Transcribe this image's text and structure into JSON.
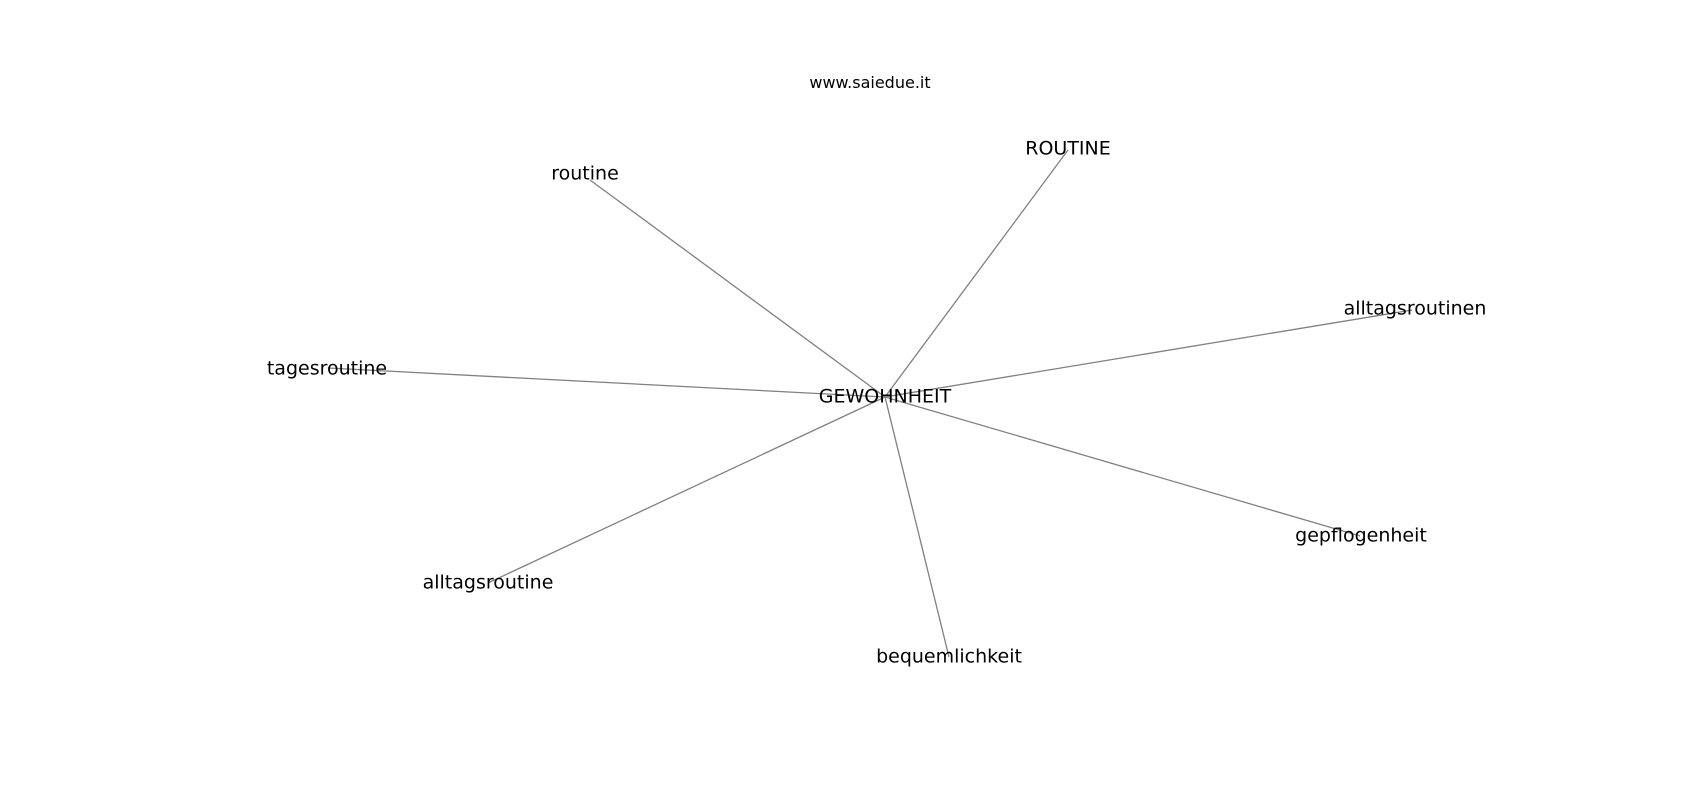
{
  "site": "www.saiedue.it",
  "graph": {
    "center": "GEWOHNHEIT",
    "nodes": [
      "routine",
      "ROUTINE",
      "alltagsroutinen",
      "tagesroutine",
      "gepflogenheit",
      "alltagsroutine",
      "bequemlichkeit"
    ]
  }
}
